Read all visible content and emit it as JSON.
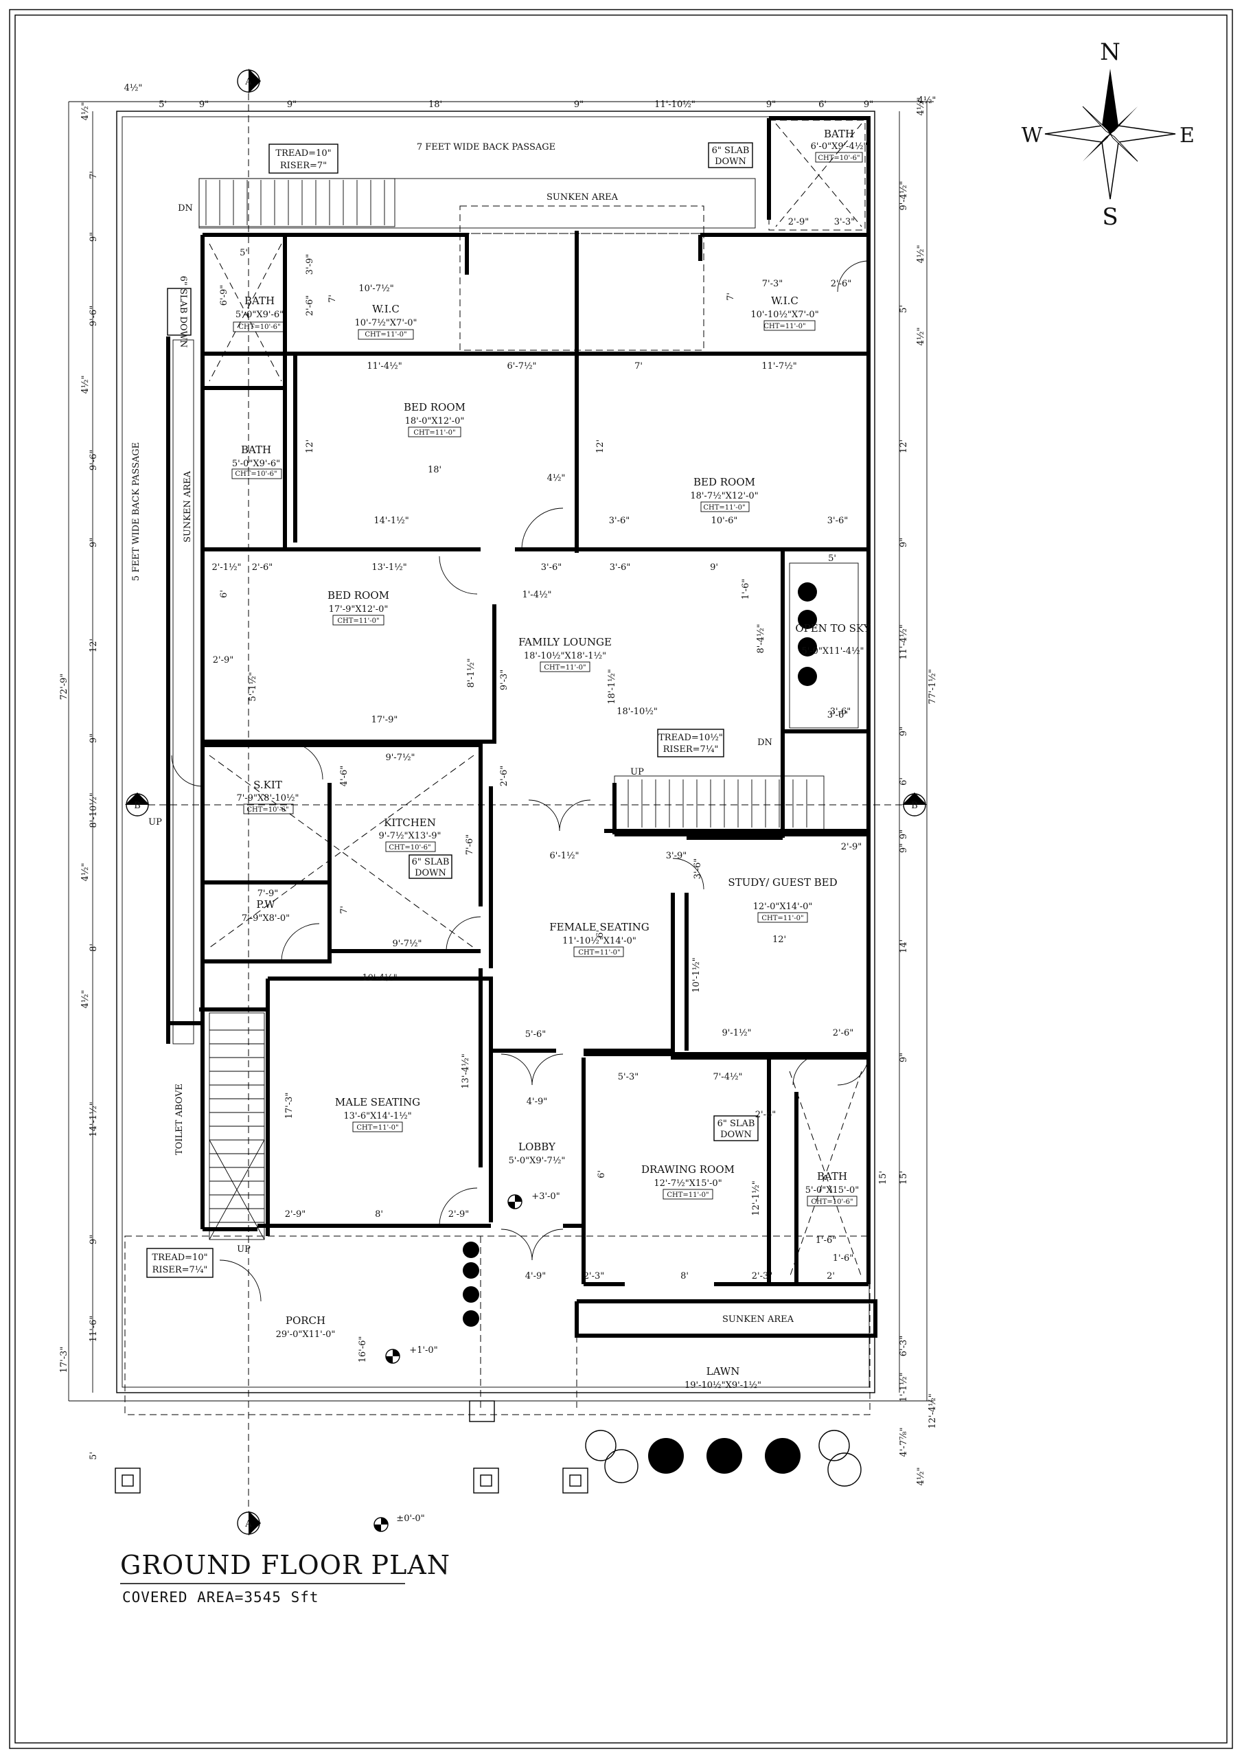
{
  "title": "GROUND FLOOR PLAN",
  "subtitle": "COVERED AREA=3545 Sft",
  "compass": {
    "n": "N",
    "s": "S",
    "e": "E",
    "w": "W"
  },
  "section_markers": {
    "a": "A",
    "b": "B"
  },
  "rooms": [
    {
      "key": "bath1",
      "name": "BATH",
      "size": "5'-0\"X9'-6\"",
      "cht": "CHT=10'-6\""
    },
    {
      "key": "wic1",
      "name": "W.I.C",
      "size": "10'-7½\"X7'-0\"",
      "cht": "CHT=11'-0\""
    },
    {
      "key": "wic2",
      "name": "W.I.C",
      "size": "10'-10½\"X7'-0\"",
      "cht": "CHT=11'-0\""
    },
    {
      "key": "bath_ne",
      "name": "BATH",
      "size": "6'-0\"X9'-4½\"",
      "cht": "CHT=10'-6\""
    },
    {
      "key": "bed1",
      "name": "BED ROOM",
      "size": "18'-0\"X12'-0\"",
      "cht": "CHT=11'-0\""
    },
    {
      "key": "bath2",
      "name": "BATH",
      "size": "5'-0\"X9'-6\"",
      "cht": "CHT=10'-6\""
    },
    {
      "key": "bed2",
      "name": "BED ROOM",
      "size": "18'-7½\"X12'-0\"",
      "cht": "CHT=11'-0\""
    },
    {
      "key": "bed3",
      "name": "BED ROOM",
      "size": "17'-9\"X12'-0\"",
      "cht": "CHT=11'-0\""
    },
    {
      "key": "family",
      "name": "FAMILY LOUNGE",
      "size": "18'-10½\"X18'-1½\"",
      "cht": "CHT=11'-0\""
    },
    {
      "key": "sky",
      "name": "OPEN TO SKY",
      "size": "5'-0\"X11'-4½\"",
      "cht": ""
    },
    {
      "key": "skit",
      "name": "S.KIT",
      "size": "7'-9\"X8'-10½\"",
      "cht": "CHT=10'-6\""
    },
    {
      "key": "kitchen",
      "name": "KITCHEN",
      "size": "9'-7½\"X13'-9\"",
      "cht": "CHT=10'-6\""
    },
    {
      "key": "pw",
      "name": "P.W",
      "size": "7'-9\"X8'-0\"",
      "cht": ""
    },
    {
      "key": "female",
      "name": "FEMALE SEATING",
      "size": "11'-10½\"X14'-0\"",
      "cht": "CHT=11'-0\""
    },
    {
      "key": "study",
      "name": "STUDY/ GUEST BED",
      "size": "12'-0\"X14'-0\"",
      "cht": "CHT=11'-0\""
    },
    {
      "key": "male",
      "name": "MALE SEATING",
      "size": "13'-6\"X14'-1½\"",
      "cht": "CHT=11'-0\""
    },
    {
      "key": "lobby",
      "name": "LOBBY",
      "size": "5'-0\"X9'-7½\"",
      "cht": ""
    },
    {
      "key": "drawing",
      "name": "DRAWING ROOM",
      "size": "12'-7½\"X15'-0\"",
      "cht": "CHT=11'-0\""
    },
    {
      "key": "bath3",
      "name": "BATH",
      "size": "5'-0\"X15'-0\"",
      "cht": "CHT=10'-6\""
    },
    {
      "key": "porch",
      "name": "PORCH",
      "size": "29'-0\"X11'-0\"",
      "cht": ""
    },
    {
      "key": "lawn",
      "name": "LAWN",
      "size": "19'-10½\"X9'-1½\"",
      "cht": ""
    }
  ],
  "labels": {
    "back_passage_top": "7 FEET WIDE BACK PASSAGE",
    "back_passage_side": "5 FEET WIDE BACK PASSAGE",
    "sunken_top": "SUNKEN AREA",
    "sunken_side": "SUNKEN AREA",
    "sunken_front": "SUNKEN AREA",
    "toilet_above": "TOILET ABOVE",
    "dn1": "DN",
    "dn2": "DN",
    "up1": "UP",
    "up2": "UP",
    "up3": "UP"
  },
  "boxes": {
    "tread1": "TREAD=10\"",
    "riser1": "RISER=7\"",
    "tread2": "TREAD=10½\"",
    "riser2": "RISER=7¼\"",
    "tread3": "TREAD=10\"",
    "riser3": "RISER=7¼\"",
    "slab1a": "6\" SLAB",
    "slab1b": "DOWN",
    "slab2a": "6\" SLAB",
    "slab2b": "DOWN",
    "slab3a": "6\" SLAB",
    "slab3b": "DOWN",
    "slab4": "6\" SLAB DOWN"
  },
  "levels": {
    "l1": "+3'-0\"",
    "l2": "+1'-0\"",
    "l3": "±0'-0\""
  },
  "dims_top": [
    "5'",
    "9\"",
    "9\"",
    "18'",
    "9\"",
    "11'-10½\"",
    "9\"",
    "6'",
    "9\""
  ],
  "dims_top_small": [
    "4½\"",
    "4½\""
  ],
  "dims_left_outer": "72'-9\"",
  "dims_left_outer2": "17'-3\"",
  "dims_left": [
    "4½\"",
    "7'",
    "9\"",
    "9'-6\"",
    "4½\"",
    "9'-6\"",
    "9\"",
    "12'",
    "9\"",
    "8'-10½\"",
    "4½\"",
    "8'",
    "4½\"",
    "14'-1½\"",
    "9\"",
    "11'-6\"",
    "5'"
  ],
  "dims_right_outer": "77'-1½\"",
  "dims_right_outer2": "12'-4½\"",
  "dims_right": [
    "4½\"",
    "9'-4½\"",
    "4½\"",
    "5'",
    "4½\"",
    "12'",
    "9\"",
    "11'-4½\"",
    "9\"",
    "6'",
    "9\"",
    "9\"",
    "14'",
    "9\"",
    "15'",
    "6'-3\"",
    "1'-1½\"",
    "4'-7⅞\"",
    "4½\""
  ],
  "dims_inner": [
    "5'",
    "6'-9\"",
    "3'-9\"",
    "10'-7½\"",
    "7'",
    "2'-6\"",
    "7'-3\"",
    "2'-6\"",
    "7'",
    "2'-9\"",
    "3'-3\"",
    "11'-4½\"",
    "6'-7½\"",
    "7'",
    "11'-7½\"",
    "18'",
    "12'",
    "12'",
    "14'-1½\"",
    "4½\"",
    "3'-6\"",
    "10'-6\"",
    "3'-6\"",
    "13'-1½\"",
    "3'-6\"",
    "3'-6\"",
    "9'",
    "5'",
    "1'-6\"",
    "1'-4½\"",
    "6'",
    "2'-1½\"",
    "2'-6\"",
    "8'-1½\"",
    "9'-3\"",
    "18'-1½\"",
    "8'-4½\"",
    "17'-9\"",
    "18'-10½\"",
    "3'-6\"",
    "2'-9\"",
    "5'-1½\"",
    "9'-7½\"",
    "2'-6\"",
    "4'-6\"",
    "7'-6\"",
    "3'-9\"",
    "6'-1½\"",
    "3'-6\"",
    "2'-9\"",
    "7'-9\"",
    "9'-7½\"",
    "12'",
    "9'-1½\"",
    "2'-6\"",
    "10'-1½\"",
    "10'-4½\"",
    "5'-6\"",
    "5'-3\"",
    "7'-4½\"",
    "13'-4½\"",
    "17'-3\"",
    "4'-9\"",
    "8'",
    "2'-9\"",
    "2'-9\"",
    "6'",
    "12'-1½\"",
    "15'",
    "4'-9\"",
    "8'",
    "2'-3\"",
    "2'",
    "1'-6\"",
    "1'-6\"",
    "16'-6\"",
    "3'-6\"",
    "2'-3\"",
    "7'",
    "6'",
    "2'-6\""
  ]
}
